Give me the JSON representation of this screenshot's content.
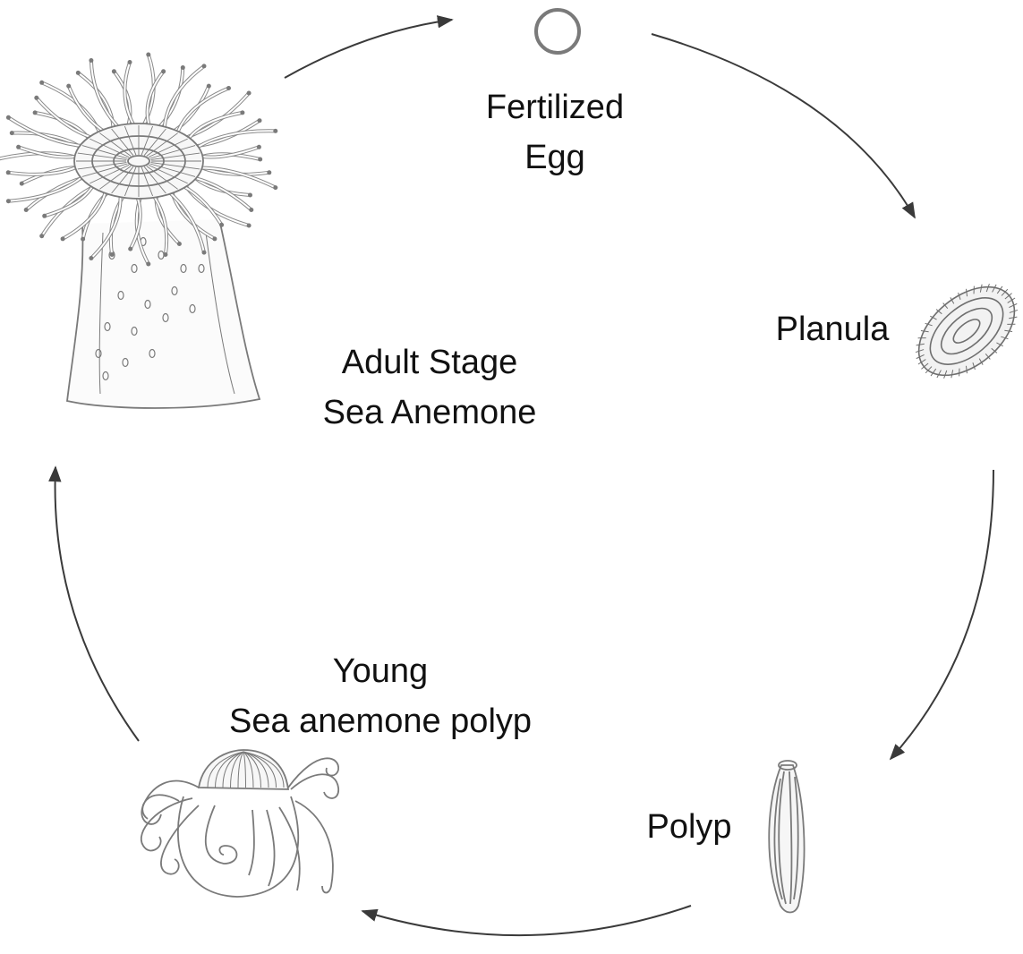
{
  "stages": {
    "egg": {
      "lines": [
        "Fertilized",
        "Egg"
      ]
    },
    "planula": {
      "lines": [
        "Planula"
      ]
    },
    "polyp": {
      "lines": [
        "Polyp"
      ]
    },
    "young": {
      "lines": [
        "Young",
        "Sea anemone polyp"
      ]
    },
    "adult": {
      "lines": [
        "Adult Stage",
        "Sea Anemone"
      ]
    }
  },
  "colors": {
    "arrow": "#3a3a3a",
    "sketch": "#777777",
    "text": "#111111"
  }
}
